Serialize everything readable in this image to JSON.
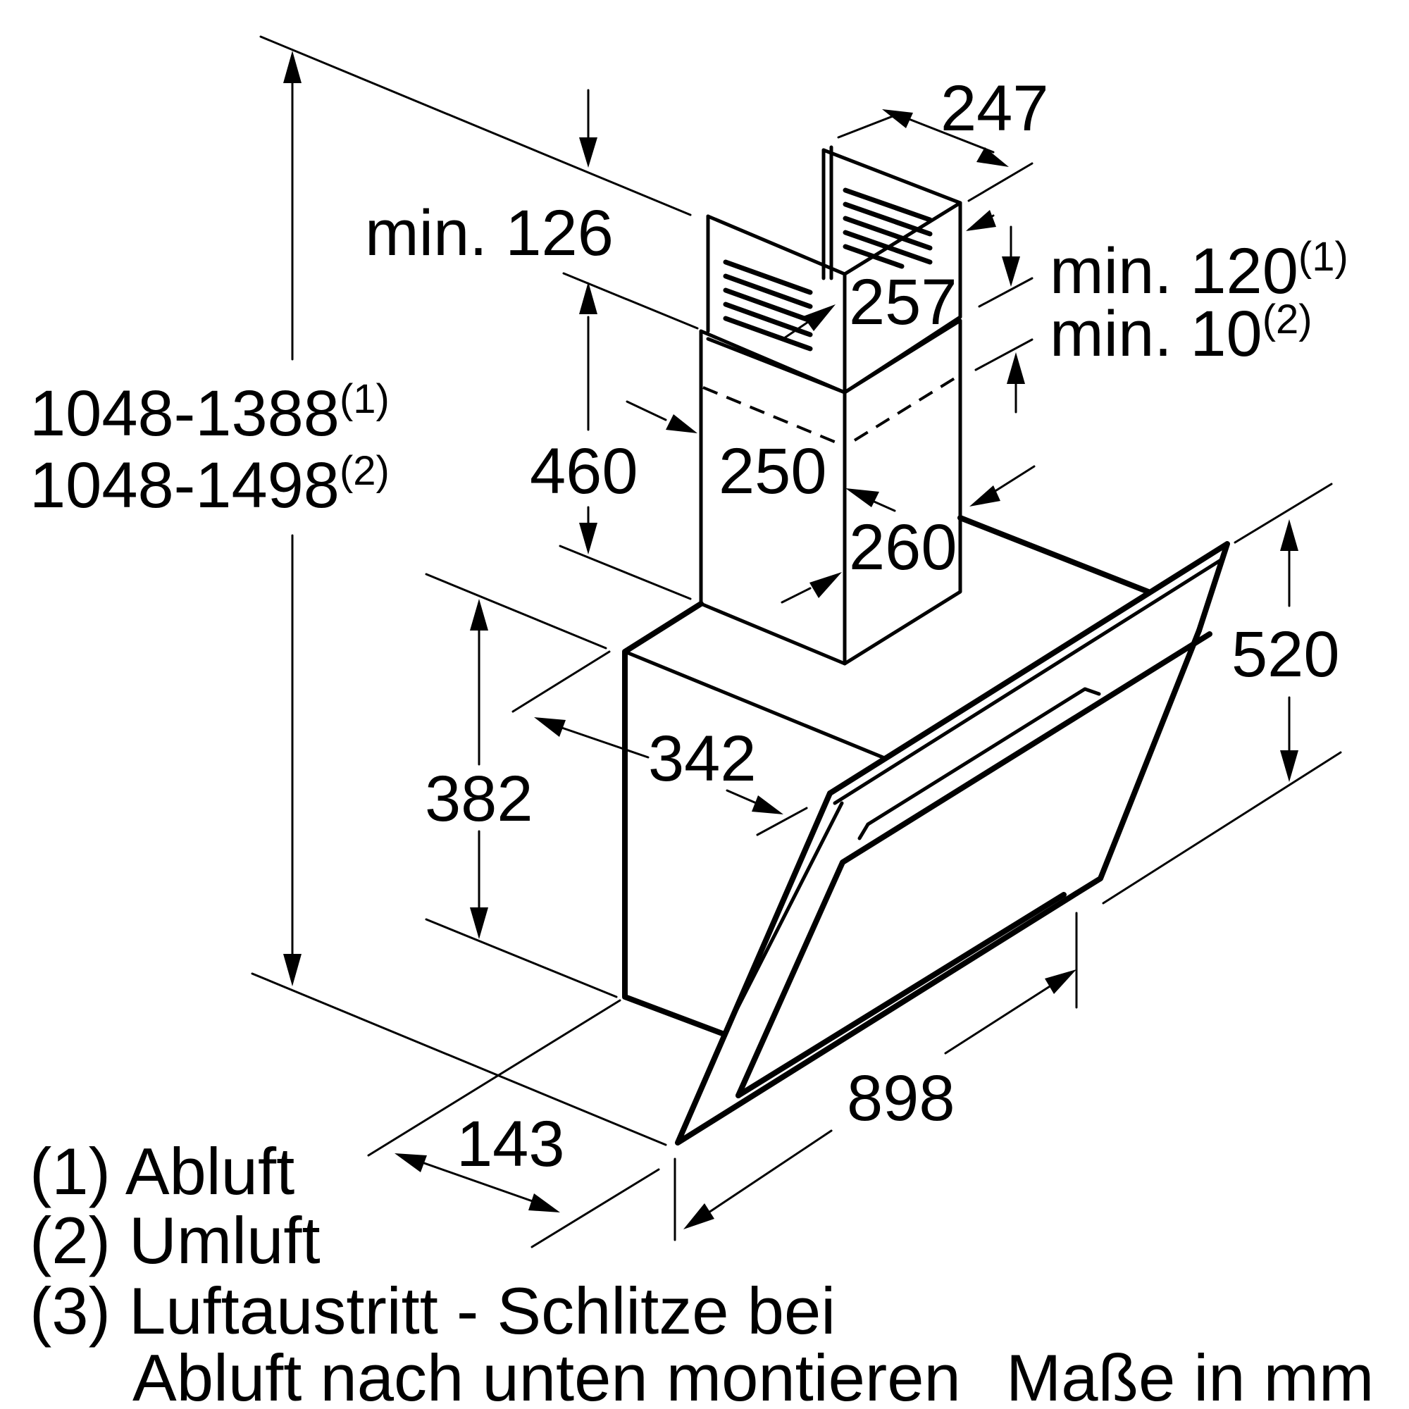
{
  "dimensions": {
    "total_height_line1": "1048-1388",
    "total_height_line1_sup": "(1)",
    "total_height_line2": "1048-1498",
    "total_height_line2_sup": "(2)",
    "min_126": "min. 126",
    "d247": "247",
    "min_120": "min. 120",
    "min_120_sup": "(1)",
    "min_10": "min. 10",
    "min_10_sup": "(2)",
    "d257": "257",
    "d460": "460",
    "d250": "250",
    "d260": "260",
    "d520": "520",
    "d342": "342",
    "d382": "382",
    "d898": "898",
    "d143": "143"
  },
  "legend": {
    "item1": "(1) Abluft",
    "item2": "(2) Umluft",
    "item3_line1": "(3) Luftaustritt - Schlitze bei",
    "item3_line2": "Abluft nach unten montieren",
    "units": "Maße in mm"
  }
}
